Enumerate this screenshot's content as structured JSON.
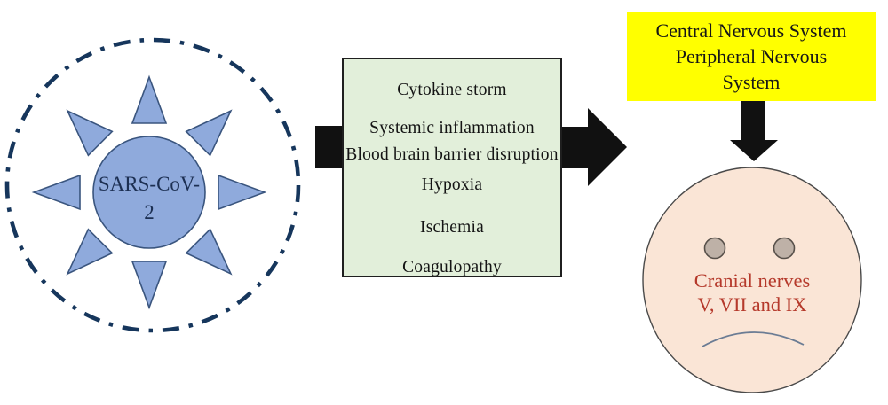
{
  "figure": {
    "description": "Pathway diagram: SARS-CoV-2 leads via systemic mechanisms to nervous system involvement and cranial nerve deficits"
  },
  "virus": {
    "label_line1": "SARS-CoV-",
    "label_line2": "2"
  },
  "mechanisms": {
    "lines": [
      "Cytokine storm",
      "Systemic inflammation",
      "Blood brain barrier disruption",
      "Hypoxia",
      "Ischemia",
      "Coagulopathy"
    ]
  },
  "cns": {
    "lines": [
      "Central Nervous System",
      "Peripheral Nervous",
      "System"
    ]
  },
  "face": {
    "label_line1": "Cranial nerves",
    "label_line2": "V, VII and IX"
  },
  "colors": {
    "virus_blue": "#8FAADC",
    "virus_outline": "#3A557E",
    "virus_text": "#1C2F52",
    "ring_navy": "#16365C",
    "green_bg": "#E2EFDA",
    "yellow_bg": "#FFFF00",
    "face_peach": "#FAE5D6",
    "eye_taupe": "#BEB1A7",
    "red_text": "#B5392B",
    "frown_line": "#6B7C94",
    "arrow_black": "#111111"
  }
}
